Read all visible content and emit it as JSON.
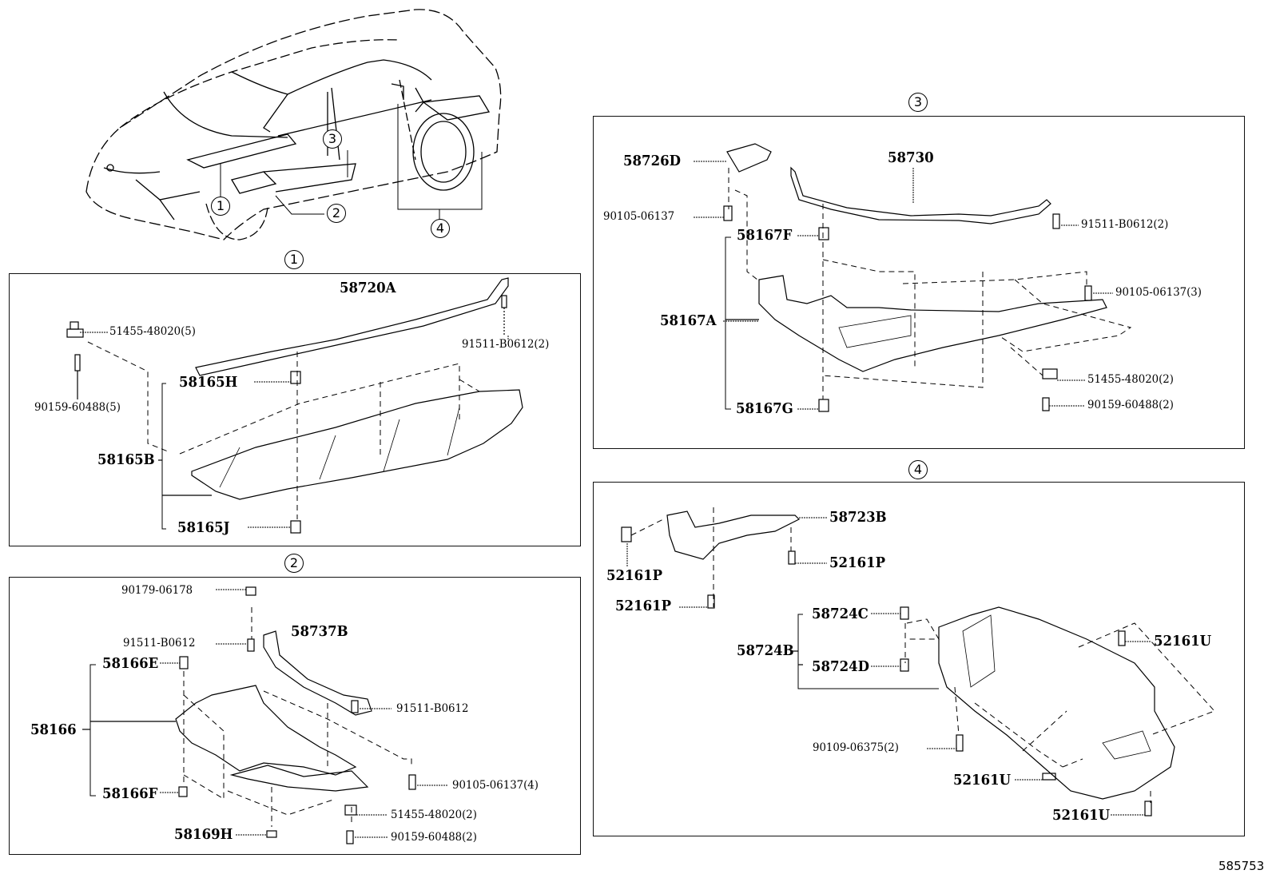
{
  "figure_id": "585753",
  "overview": {
    "callouts": [
      "1",
      "2",
      "3",
      "4"
    ]
  },
  "sections": [
    {
      "index": "1",
      "parts": [
        {
          "id": "58720A",
          "style": "big"
        },
        {
          "id": "51455-48020(5)",
          "style": "small"
        },
        {
          "id": "91511-B0612(2)",
          "style": "small"
        },
        {
          "id": "90159-60488(5)",
          "style": "small"
        },
        {
          "id": "58165H",
          "style": "big"
        },
        {
          "id": "58165B",
          "style": "big"
        },
        {
          "id": "58165J",
          "style": "big"
        }
      ]
    },
    {
      "index": "2",
      "parts": [
        {
          "id": "90179-06178",
          "style": "small"
        },
        {
          "id": "91511-B0612",
          "style": "small"
        },
        {
          "id": "58737B",
          "style": "big"
        },
        {
          "id": "58166E",
          "style": "big"
        },
        {
          "id": "58166",
          "style": "big"
        },
        {
          "id": "58166F",
          "style": "big"
        },
        {
          "id": "91511-B0612",
          "style": "small"
        },
        {
          "id": "90105-06137(4)",
          "style": "small"
        },
        {
          "id": "51455-48020(2)",
          "style": "small"
        },
        {
          "id": "58169H",
          "style": "big"
        },
        {
          "id": "90159-60488(2)",
          "style": "small"
        }
      ]
    },
    {
      "index": "3",
      "parts": [
        {
          "id": "58726D",
          "style": "big"
        },
        {
          "id": "58730",
          "style": "big"
        },
        {
          "id": "90105-06137",
          "style": "small"
        },
        {
          "id": "91511-B0612(2)",
          "style": "small"
        },
        {
          "id": "58167F",
          "style": "big"
        },
        {
          "id": "90105-06137(3)",
          "style": "small"
        },
        {
          "id": "58167A",
          "style": "big"
        },
        {
          "id": "51455-48020(2)",
          "style": "small"
        },
        {
          "id": "58167G",
          "style": "big"
        },
        {
          "id": "90159-60488(2)",
          "style": "small"
        }
      ]
    },
    {
      "index": "4",
      "parts": [
        {
          "id": "58723B",
          "style": "big"
        },
        {
          "id": "52161P",
          "style": "big"
        },
        {
          "id": "52161P",
          "style": "big"
        },
        {
          "id": "52161P",
          "style": "big"
        },
        {
          "id": "58724C",
          "style": "big"
        },
        {
          "id": "58724B",
          "style": "big"
        },
        {
          "id": "58724D",
          "style": "big"
        },
        {
          "id": "52161U",
          "style": "big"
        },
        {
          "id": "90109-06375(2)",
          "style": "small"
        },
        {
          "id": "52161U",
          "style": "big"
        },
        {
          "id": "52161U",
          "style": "big"
        }
      ]
    }
  ]
}
